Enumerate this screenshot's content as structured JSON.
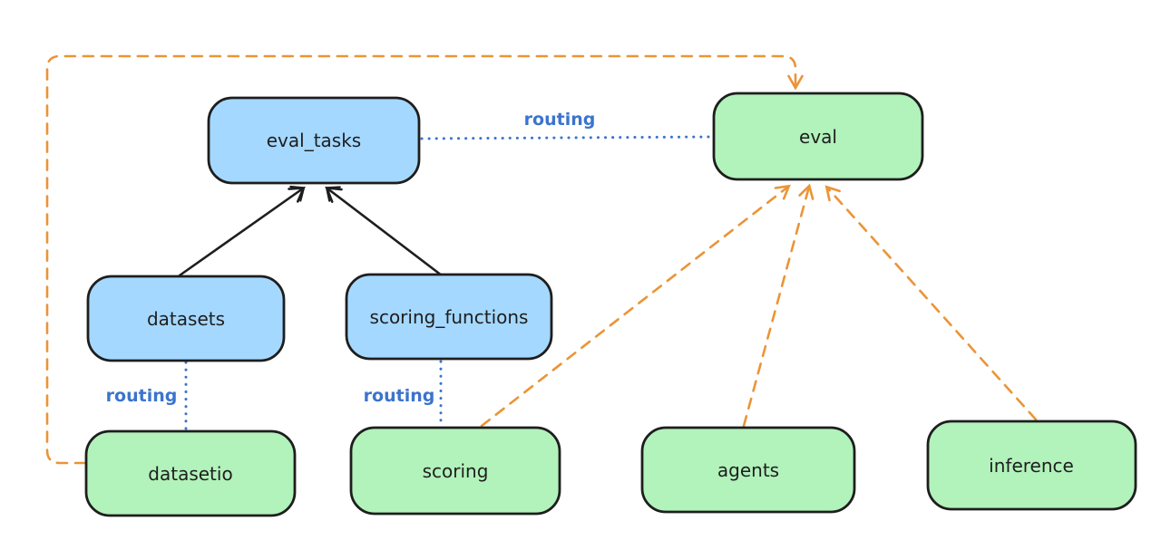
{
  "diagram": {
    "labels": {
      "routing": "routing"
    },
    "nodes": [
      {
        "id": "eval_tasks",
        "label": "eval_tasks",
        "kind": "resource",
        "fill_key": "blue_fill"
      },
      {
        "id": "eval",
        "label": "eval",
        "kind": "api",
        "fill_key": "green_fill"
      },
      {
        "id": "datasets",
        "label": "datasets",
        "kind": "resource",
        "fill_key": "blue_fill"
      },
      {
        "id": "scoring_functions",
        "label": "scoring_functions",
        "kind": "resource",
        "fill_key": "blue_fill"
      },
      {
        "id": "datasetio",
        "label": "datasetio",
        "kind": "api",
        "fill_key": "green_fill"
      },
      {
        "id": "scoring",
        "label": "scoring",
        "kind": "api",
        "fill_key": "green_fill"
      },
      {
        "id": "agents",
        "label": "agents",
        "kind": "api",
        "fill_key": "green_fill"
      },
      {
        "id": "inference",
        "label": "inference",
        "kind": "api",
        "fill_key": "green_fill"
      }
    ],
    "edges": [
      {
        "from": "eval_tasks",
        "to": "eval",
        "style": "dotted-blue",
        "label": "routing"
      },
      {
        "from": "datasets",
        "to": "datasetio",
        "style": "dotted-blue",
        "label": "routing"
      },
      {
        "from": "scoring_functions",
        "to": "scoring",
        "style": "dotted-blue",
        "label": "routing"
      },
      {
        "from": "datasets",
        "to": "eval_tasks",
        "style": "solid-black-arrow",
        "label": ""
      },
      {
        "from": "scoring_functions",
        "to": "eval_tasks",
        "style": "solid-black-arrow",
        "label": ""
      },
      {
        "from": "datasetio",
        "to": "eval",
        "style": "dashed-orange-arrow",
        "label": "",
        "route": "around-left-and-top"
      },
      {
        "from": "scoring",
        "to": "eval",
        "style": "dashed-orange-arrow",
        "label": ""
      },
      {
        "from": "agents",
        "to": "eval",
        "style": "dashed-orange-arrow",
        "label": ""
      },
      {
        "from": "inference",
        "to": "eval",
        "style": "dashed-orange-arrow",
        "label": ""
      }
    ],
    "colors": {
      "blue_fill": "#a5d8ff",
      "green_fill": "#b2f2bb",
      "stroke": "#1e1e1e",
      "orange": "#eb9437",
      "routing_blue": "#3b74cc",
      "background": "#ffffff"
    }
  }
}
